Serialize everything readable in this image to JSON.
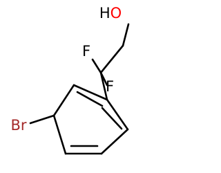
{
  "molecule": {
    "atoms": {
      "hydroxyl": "HO",
      "fluorine_1": "F",
      "fluorine_2": "F",
      "bromine": "Br"
    },
    "colors": {
      "bond": "#000000",
      "oxygen": "#ff0000",
      "hydrogen": "#000000",
      "fluorine": "#000000",
      "bromine": "#a52a2a"
    }
  }
}
